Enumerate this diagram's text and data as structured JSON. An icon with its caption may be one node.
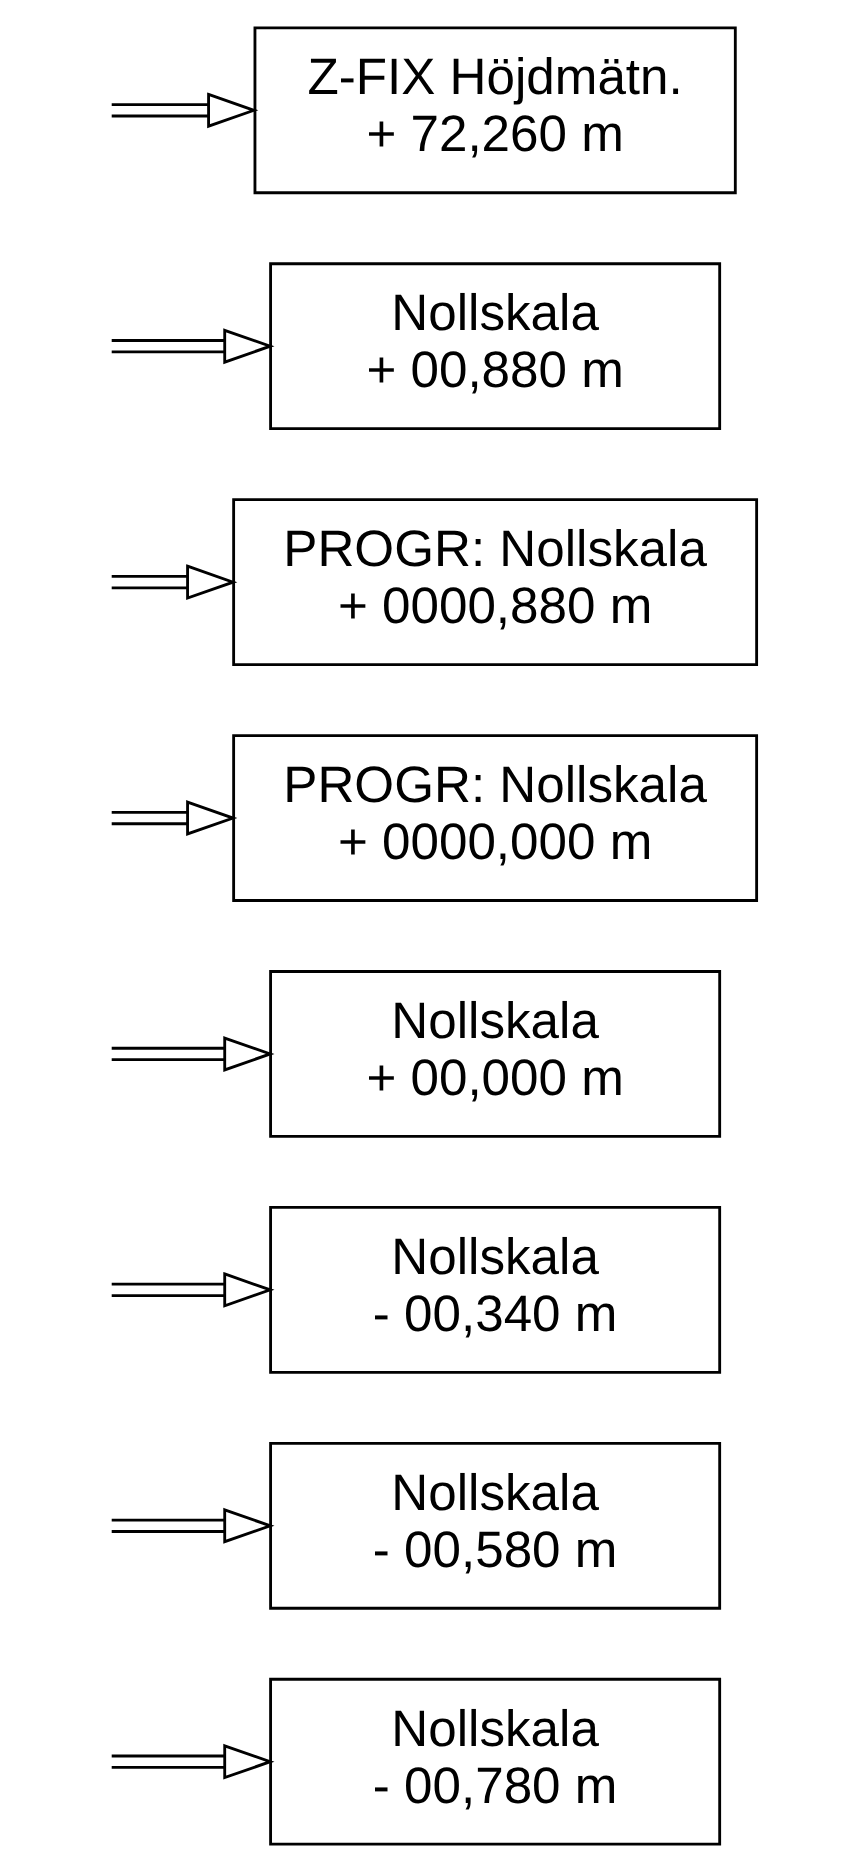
{
  "diagram": {
    "nodes": [
      {
        "text": [
          "Z-FIX Höjdmätn.",
          "+ 72,260 m"
        ]
      },
      {
        "text": [
          "Nollskala",
          "+ 00,880 m"
        ]
      },
      {
        "text": [
          "PROGR: Nollskala",
          "+ 0000,880 m"
        ]
      },
      {
        "text": [
          "PROGR: Nollskala",
          "+ 0000,000 m"
        ]
      },
      {
        "text": [
          "Nollskala",
          "+ 00,000 m"
        ]
      },
      {
        "text": [
          "Nollskala",
          "- 00,340 m"
        ]
      },
      {
        "text": [
          "Nollskala",
          "- 00,580 m"
        ]
      },
      {
        "text": [
          "Nollskala",
          "- 00,780 m"
        ]
      }
    ],
    "edges": [
      {
        "from": null,
        "to": 0,
        "arrow": "to"
      },
      {
        "from": null,
        "to": 1,
        "arrow": "to"
      },
      {
        "from": null,
        "to": 2,
        "arrow": "to"
      },
      {
        "from": null,
        "to": 3,
        "arrow": "to"
      },
      {
        "from": null,
        "to": 4,
        "arrow": "to"
      },
      {
        "from": null,
        "to": 5,
        "arrow": "to"
      },
      {
        "from": null,
        "to": 6,
        "arrow": "to"
      },
      {
        "from": null,
        "to": 7,
        "arrow": "to"
      }
    ]
  }
}
